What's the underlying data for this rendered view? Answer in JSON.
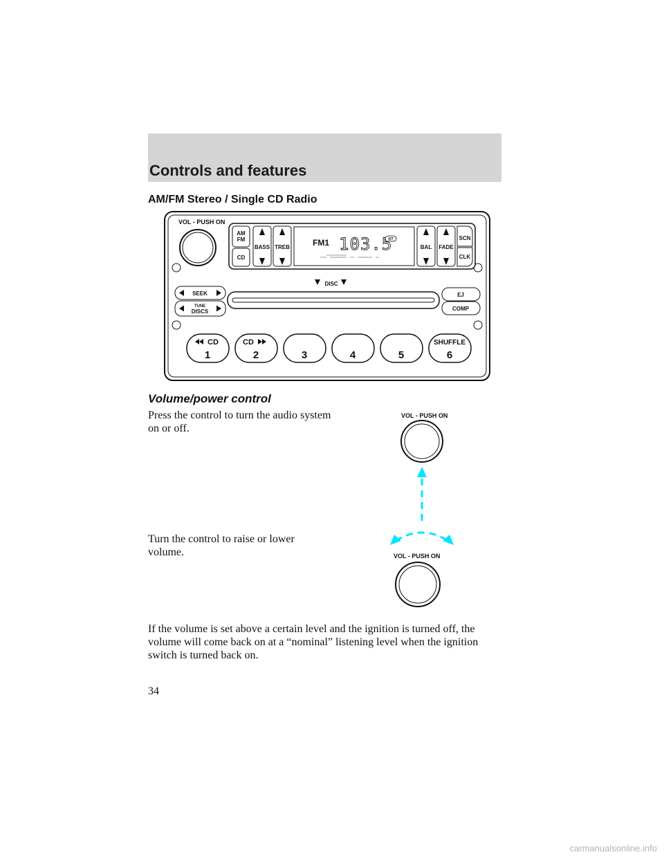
{
  "header": {
    "title": "Controls and features"
  },
  "section": {
    "title": "AM/FM Stereo / Single CD Radio"
  },
  "radio": {
    "vol_label": "VOL - PUSH ON",
    "am": "AM",
    "fm": "FM",
    "cd": "CD",
    "bass": "BASS",
    "treb": "TREB",
    "band": "FM1",
    "frequency": "103.5",
    "st": "ST",
    "bal": "BAL",
    "fade": "FADE",
    "scn": "SCN",
    "clk": "CLK",
    "disc": "DISC",
    "seek": "SEEK",
    "tune": "TUNE",
    "discs": "DISCS",
    "ej": "EJ",
    "comp": "COMP",
    "presets": [
      {
        "top": "CD",
        "num": "1"
      },
      {
        "top": "CD",
        "num": "2"
      },
      {
        "top": "",
        "num": "3"
      },
      {
        "top": "",
        "num": "4"
      },
      {
        "top": "",
        "num": "5"
      },
      {
        "top": "SHUFFLE",
        "num": "6"
      }
    ]
  },
  "volume": {
    "title": "Volume/power control",
    "press_text": "Press the control to turn the audio system on or off.",
    "turn_text": "Turn the control to raise or lower volume.",
    "knob_label_1": "VOL - PUSH ON",
    "knob_label_2": "VOL - PUSH ON",
    "note": "If the volume is set above a certain level and the ignition is turned off, the volume will come back on at a “nominal” listening level when the ignition switch is turned back on.",
    "arrow_color": "#00e5ff"
  },
  "page_number": "34",
  "footer": {
    "watermark": "carmanualsonline.info"
  }
}
